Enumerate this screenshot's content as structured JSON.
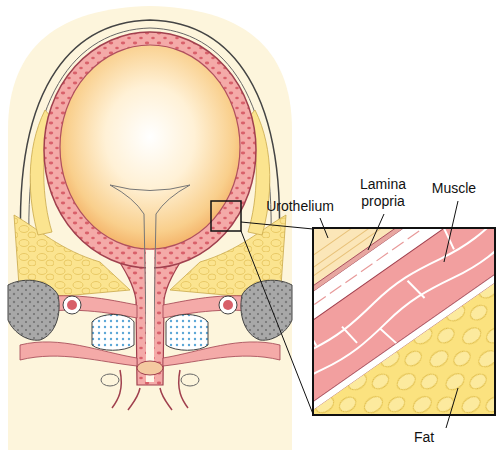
{
  "diagram": {
    "labels": [
      "Urothelium",
      "Lamina propria",
      "Muscle",
      "Fat"
    ]
  }
}
